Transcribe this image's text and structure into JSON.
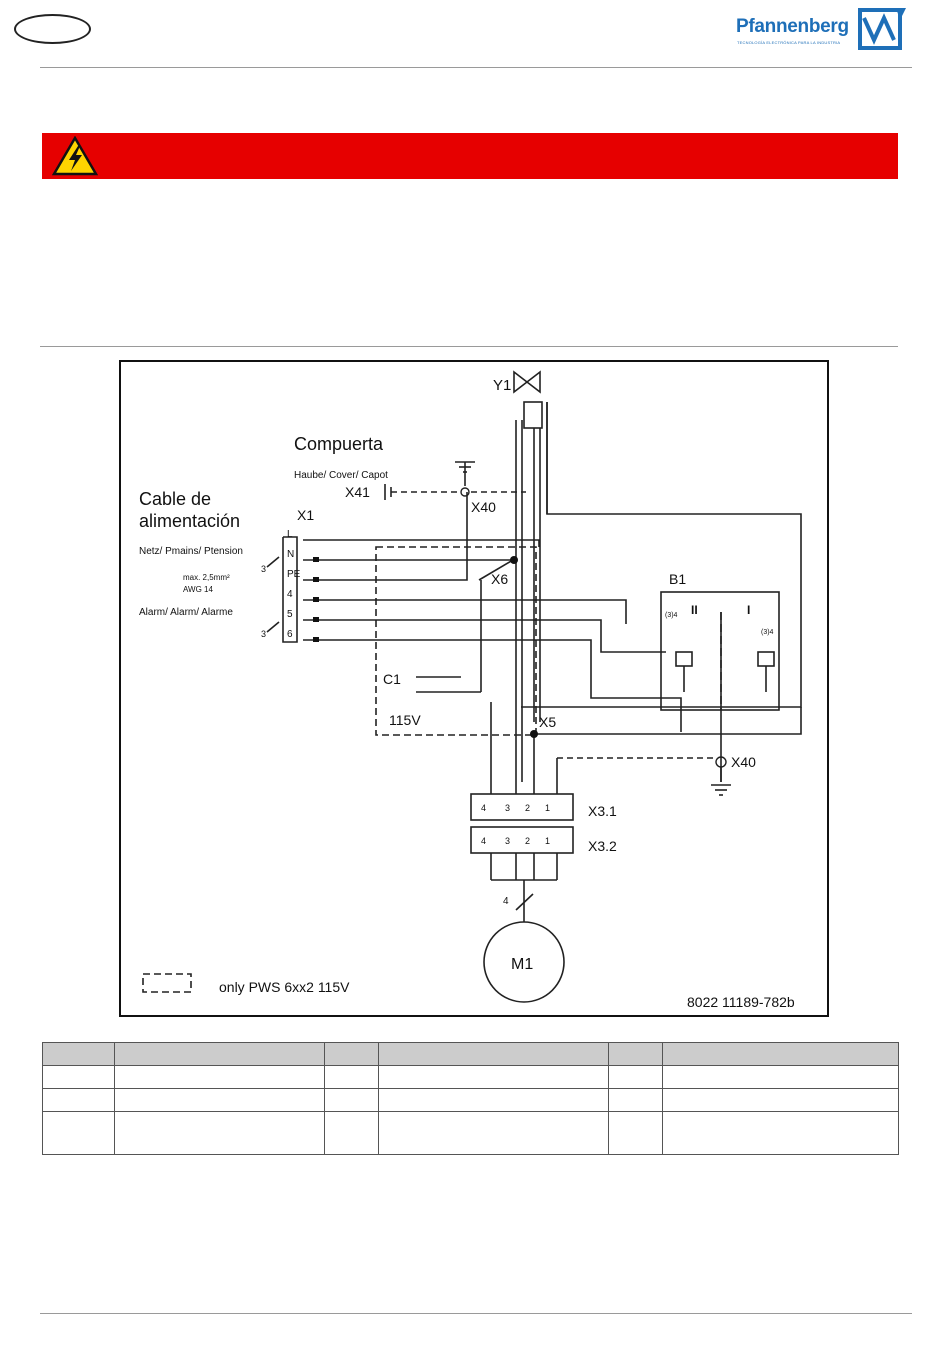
{
  "header": {
    "brand_name": "Pfannenberg",
    "brand_tagline": "TECNOLOGÍA ELECTRÓNICA PARA LA INDUSTRIA",
    "brand_color": "#1e6fb8"
  },
  "warning": {
    "bar_color": "#e60000",
    "icon": "high-voltage-warning-icon"
  },
  "diagram": {
    "valve_label": "Y1",
    "cover_title": "Compuerta",
    "cover_subtitle": "Haube/ Cover/ Capot",
    "x41_label": "X41",
    "x40_top_label": "X40",
    "cable_title_line1": "Cable de",
    "cable_title_line2": "alimentación",
    "x1_label": "X1",
    "mains_label": "Netz/ Pmains/ Ptension",
    "wire_spec_line1": "max. 2,5mm²",
    "wire_spec_line2": "AWG 14",
    "alarm_label": "Alarm/ Alarm/ Alarme",
    "terminal_labels": [
      "L",
      "N",
      "PE",
      "4",
      "5",
      "6"
    ],
    "wire_count_top": "3",
    "wire_count_bottom": "3",
    "x6_label": "X6",
    "b1_label": "B1",
    "b1_contact_2": "II",
    "b1_contact_1": "I",
    "b1_pin_left": "(3)4",
    "b1_pin_right": "(3)4",
    "c1_label": "C1",
    "c1_voltage": "115V",
    "x5_label": "X5",
    "x40_bottom_label": "X40",
    "x31_label": "X3.1",
    "x32_label": "X3.2",
    "connector_pins": [
      "4",
      "3",
      "2",
      "1"
    ],
    "motor_wire_count": "4",
    "motor_label": "M1",
    "dashed_note": "only PWS 6xx2 115V",
    "drawing_number": "8022  11189-782b"
  },
  "legend_table": {
    "header": [
      "",
      "",
      "",
      "",
      "",
      ""
    ],
    "rows": [
      [
        "",
        "",
        "",
        "",
        "",
        ""
      ],
      [
        "",
        "",
        "",
        "",
        "",
        ""
      ],
      [
        "",
        "",
        "",
        "",
        "",
        ""
      ]
    ]
  }
}
